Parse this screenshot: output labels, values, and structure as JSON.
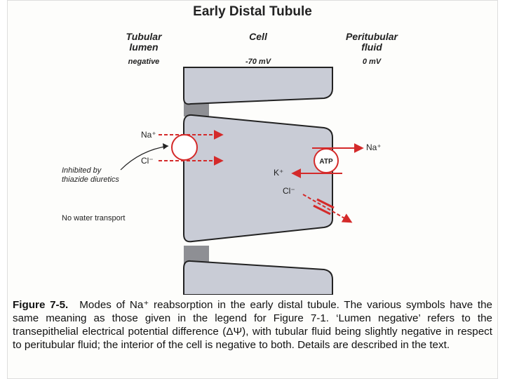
{
  "title": "Early Distal Tubule",
  "columns": {
    "lumen": {
      "heading_line1": "Tubular",
      "heading_line2": "lumen",
      "potential": "negative"
    },
    "cell": {
      "heading": "Cell",
      "potential": "-70 mV"
    },
    "peritubular": {
      "heading_line1": "Peritubular",
      "heading_line2": "fluid",
      "potential": "0 mV"
    }
  },
  "ions": {
    "na_lumen": "Na⁺",
    "cl_lumen": "Cl⁻",
    "na_out": "Na⁺",
    "k_in": "K⁺",
    "cl_out": "Cl⁻",
    "atp": "ATP"
  },
  "notes": {
    "inhibited_line1": "Inhibited by",
    "inhibited_line2": "thiazide diuretics",
    "no_water": "No water transport"
  },
  "caption": {
    "figure_label": "Figure 7-5.",
    "text": "Modes of Na⁺ reabsorption in the early distal tubule. The various symbols have the same meaning as those given in the legend for Figure 7-1. ‘Lumen negative’ refers to the transepithelial electrical potential difference (ΔΨ), with tubular fluid being slightly negative in respect to peritubular fluid; the interior of the cell is negative to both. Details are described in the text."
  },
  "colors": {
    "arrow_red": "#d42a2a",
    "cell_fill": "#c9ccd6",
    "cell_stroke": "#222222",
    "junction_gray": "#8e8f94"
  }
}
